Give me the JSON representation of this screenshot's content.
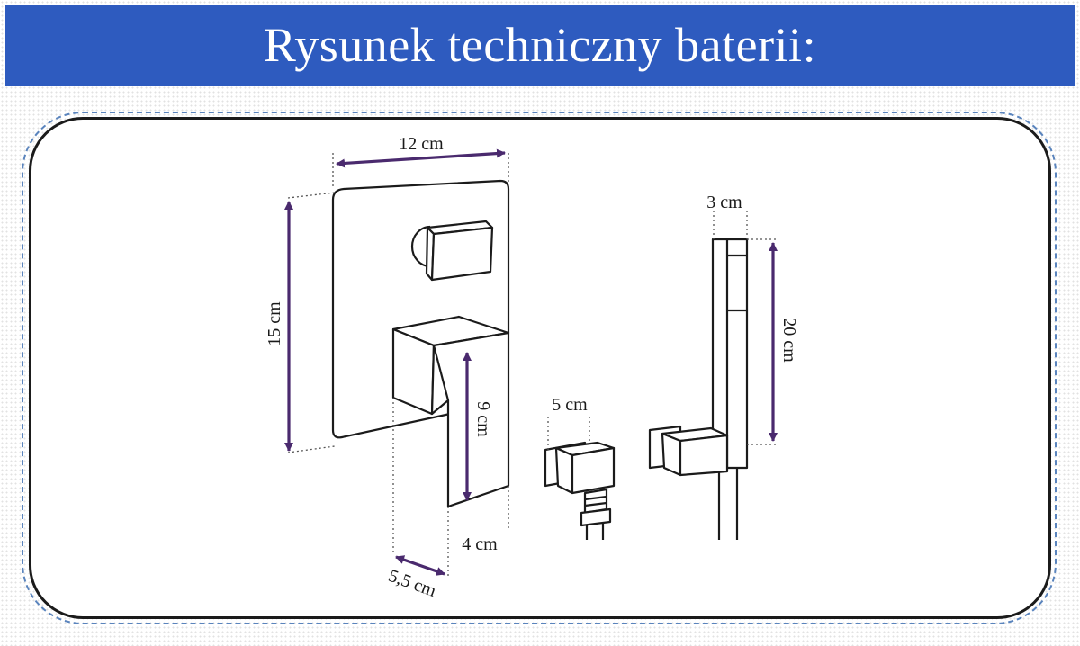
{
  "header": {
    "title": "Rysunek techniczny baterii:"
  },
  "drawing": {
    "dimensions": {
      "plate_width": "12 cm",
      "plate_height": "15 cm",
      "lever_height": "9 cm",
      "lever_depth": "4 cm",
      "mixer_depth": "5,5 cm",
      "outlet_width": "5 cm",
      "shower_width": "3 cm",
      "shower_height": "20 cm"
    }
  },
  "colors": {
    "header_bg": "#2e5bbf",
    "header_text": "#ffffff",
    "dimension_arrow": "#4a2a6e",
    "frame_dashed": "#5a84bd",
    "outline": "#1b1b1b"
  }
}
